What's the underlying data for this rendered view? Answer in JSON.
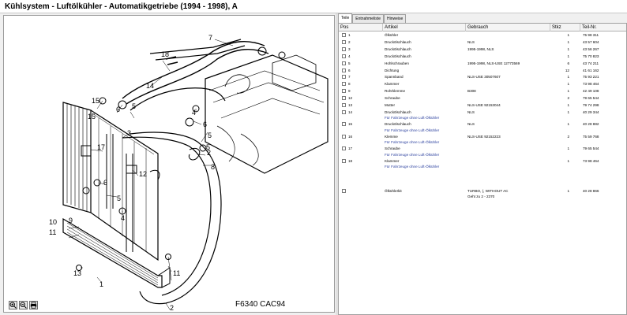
{
  "window": {
    "title": "Kühlsystem - Luftölkühler - Automatikgetriebe   (1994 - 1998), A"
  },
  "diagram": {
    "code": "F6340 CAC94",
    "callouts": [
      "7",
      "15",
      "18",
      "14",
      "15",
      "6",
      "5",
      "3",
      "4",
      "6",
      "5",
      "5",
      "2",
      "17",
      "12",
      "8",
      "6",
      "5",
      "4",
      "10",
      "9",
      "11",
      "13",
      "1",
      "11",
      "2"
    ],
    "zoom_in_icon": "zoom-in-icon",
    "zoom_out_icon": "zoom-out-icon",
    "print_icon": "print-icon"
  },
  "tabs": [
    {
      "label": "Teile",
      "active": true
    },
    {
      "label": "Entnahmeliste",
      "active": false
    },
    {
      "label": "Hinweise",
      "active": false
    }
  ],
  "table": {
    "headers": {
      "pos": "Pos",
      "artikel": "Artikel",
      "gebrauch": "Gebrauch",
      "stkz": "Stkz",
      "teil": "Teil-Nr."
    },
    "rows": [
      {
        "pos": "1",
        "artikel": "Ölkühler",
        "gebrauch": "",
        "stkz": "1",
        "teil": "75 98 311"
      },
      {
        "pos": "2",
        "artikel": "Druckölschlauch",
        "gebrauch": "NLS",
        "stkz": "1",
        "teil": "43 57 604"
      },
      {
        "pos": "3",
        "artikel": "Druckölschlauch",
        "gebrauch": "1995-1998, NLS",
        "stkz": "1",
        "teil": "43 56 267"
      },
      {
        "pos": "4",
        "artikel": "Druckölschlauch",
        "gebrauch": "",
        "stkz": "1",
        "teil": "75 70 823"
      },
      {
        "pos": "5",
        "artikel": "Hohlschrauben",
        "gebrauch": "1995-1998, NLS-USE 12773569",
        "stkz": "6",
        "teil": "43 74 211"
      },
      {
        "pos": "6",
        "artikel": "Dichtung",
        "gebrauch": "",
        "stkz": "12",
        "teil": "41 61 162"
      },
      {
        "pos": "7",
        "artikel": "Spannband",
        "gebrauch": "NLS-USE 30507607",
        "stkz": "1",
        "teil": "75 93 221"
      },
      {
        "pos": "8",
        "artikel": "Klammer",
        "gebrauch": "",
        "stkz": "1",
        "teil": "73 98 464"
      },
      {
        "pos": "9",
        "artikel": "Rohrklemme",
        "gebrauch": "B308",
        "stkz": "1",
        "teil": "42 49 108"
      },
      {
        "pos": "12",
        "artikel": "Schraube",
        "gebrauch": "",
        "stkz": "2",
        "teil": "79 65 544"
      },
      {
        "pos": "13",
        "artikel": "Mutter",
        "gebrauch": "NLS-USE 92153044",
        "stkz": "1",
        "teil": "79 74 298"
      },
      {
        "pos": "14",
        "artikel": "Druckölschlauch",
        "gebrauch": "NLS",
        "stkz": "1",
        "teil": "40 29 344",
        "note": "Für Fahrzeuge ohne Luft-Ölkühler"
      },
      {
        "pos": "15",
        "artikel": "Druckölschlauch",
        "gebrauch": "NLS",
        "stkz": "1",
        "teil": "40 28 882",
        "note": "Für Fahrzeuge ohne Luft-Ölkühler"
      },
      {
        "pos": "16",
        "artikel": "Klemme",
        "gebrauch": "NLS-USE 92152223",
        "stkz": "2",
        "teil": "75 59 768",
        "note": "Für Fahrzeuge ohne Luft-Ölkühler"
      },
      {
        "pos": "17",
        "artikel": "Schraube",
        "gebrauch": "",
        "stkz": "1",
        "teil": "79 65 544",
        "note": "Für Fahrzeuge ohne Luft-Ölkühler"
      },
      {
        "pos": "18",
        "artikel": "Klammer",
        "gebrauch": "",
        "stkz": "1",
        "teil": "73 98 464",
        "note": "Für Fahrzeuge ohne Luft-Ölkühler"
      },
      {
        "pos": "",
        "artikel": "Ölkühlerkit",
        "gebrauch": "TURBO, (, WITHOUT AC",
        "gebrauch2": "Geht zu 2 - 2370",
        "stkz": "1",
        "teil": "40 28 866"
      }
    ]
  }
}
